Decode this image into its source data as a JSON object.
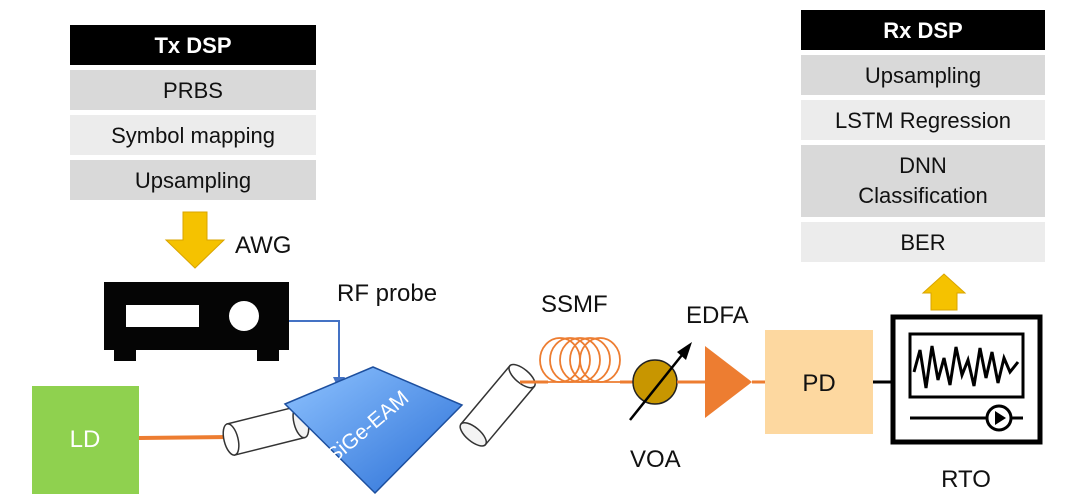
{
  "tx_dsp": {
    "header": "Tx DSP",
    "rows": [
      "PRBS",
      "Symbol mapping",
      "Upsampling"
    ]
  },
  "rx_dsp": {
    "header": "Rx DSP",
    "rows": [
      "Upsampling",
      "LSTM Regression",
      "DNN",
      "Classification",
      "BER"
    ]
  },
  "labels": {
    "awg": "AWG",
    "rf_probe": "RF probe",
    "ssmf": "SSMF",
    "edfa": "EDFA",
    "voa": "VOA",
    "pd": "PD",
    "rto": "RTO",
    "ld": "LD",
    "eam": "SiGe-EAM"
  },
  "colors": {
    "header_bg": "#000000",
    "row_bg": "#d9d9d9",
    "row_bg_alt": "#ececec",
    "arrow_yellow": "#f5c200",
    "ld_green": "#8fd14f",
    "eam_blue": "#4d8fe3",
    "fiber_orange": "#ed7d31",
    "voa_gold": "#c89600",
    "pd_peach": "#fdd8a0",
    "rf_line": "#4472c4"
  }
}
